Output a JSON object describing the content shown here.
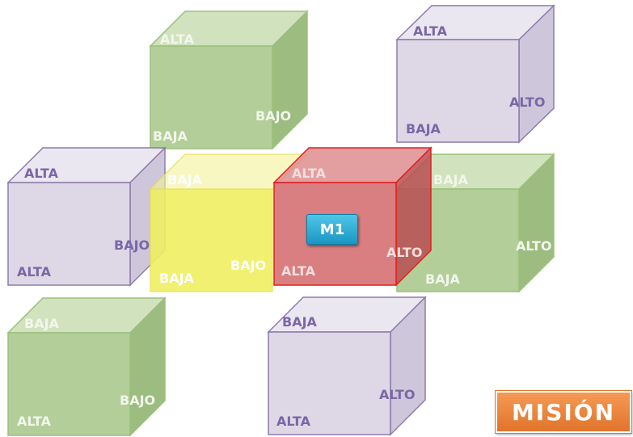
{
  "colors": {
    "green_front": "#a6c586",
    "green_top": "#c9ddb4",
    "green_side": "#8cb06a",
    "green_edge": "#9cc17c",
    "purple_front": "#d8d1e2",
    "purple_top": "#e8e3ef",
    "purple_side": "#c6bdd5",
    "purple_edge": "#8e7cac",
    "yellow_front": "#f1ee62",
    "yellow_edge": "#e2dd4a",
    "red_front": "#d2686b",
    "red_top": "#de8d8f",
    "red_side": "#b94d51",
    "red_edge": "#e02020",
    "green_text": "#f2f6ec",
    "purple_text": "#7a67a6",
    "yellow_text": "#ffffff",
    "red_text": "#f0dede",
    "badge": "#29aee0",
    "mision": "#f08a3e"
  },
  "cubes": [
    {
      "id": "green-top-center",
      "color": "green",
      "labels": {
        "top": "ALTA",
        "bottom": "BAJA",
        "side": "BAJO"
      }
    },
    {
      "id": "purple-top-right",
      "color": "purple",
      "labels": {
        "top": "ALTA",
        "bottom": "BAJA",
        "side": "ALTO"
      }
    },
    {
      "id": "purple-mid-left",
      "color": "purple",
      "labels": {
        "top": "ALTA",
        "bottom": "ALTA",
        "side": "BAJO"
      }
    },
    {
      "id": "yellow-mid-center",
      "color": "yellow",
      "labels": {
        "top": "BAJA",
        "bottom": "BAJA",
        "side": "BAJO"
      }
    },
    {
      "id": "green-mid-right",
      "color": "green",
      "labels": {
        "top": "BAJA",
        "bottom": "BAJA",
        "side": "ALTO"
      }
    },
    {
      "id": "red-center",
      "color": "red",
      "labels": {
        "top": "ALTA",
        "bottom": "ALTA",
        "side": "ALTO"
      }
    },
    {
      "id": "green-bottom-left",
      "color": "green",
      "labels": {
        "top": "BAJA",
        "bottom": "ALTA",
        "side": "BAJO"
      }
    },
    {
      "id": "purple-bottom-center",
      "color": "purple",
      "labels": {
        "top": "BAJA",
        "bottom": "ALTA",
        "side": "ALTO"
      }
    }
  ],
  "badge_label": "M1",
  "mision_label": "MISIÓN"
}
